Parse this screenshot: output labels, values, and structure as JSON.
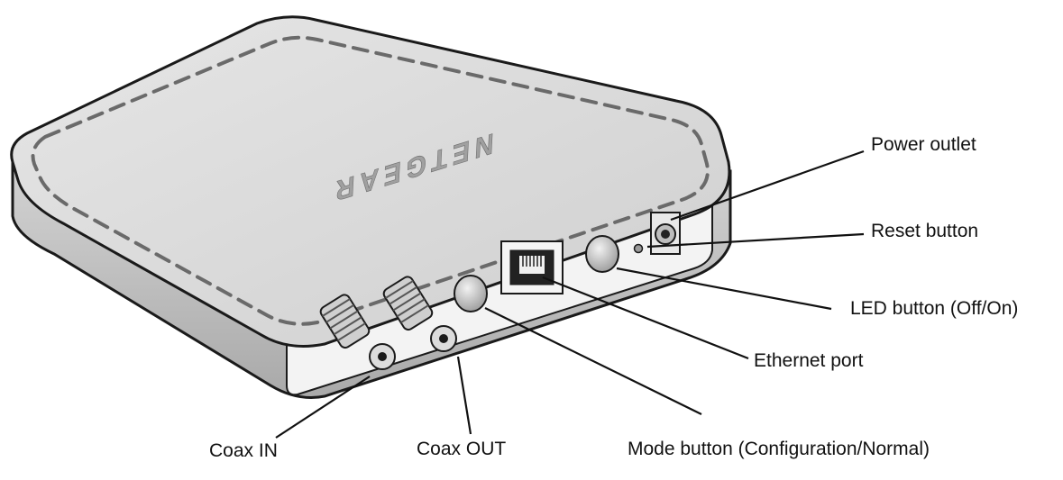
{
  "device": {
    "brand_text": "NETGEAR"
  },
  "labels": {
    "power_outlet": "Power outlet",
    "reset_button": "Reset button",
    "led_button": "LED button (Off/On)",
    "ethernet_port": "Ethernet port",
    "mode_button": "Mode button (Configuration/Normal)",
    "coax_in": "Coax IN",
    "coax_out": "Coax OUT"
  },
  "colors": {
    "body_top": "#dcdcdc",
    "body_side": "#c4c4c4",
    "outline": "#1a1a1a",
    "stitch": "#6a6a6a",
    "panel": "#f3f3f3"
  }
}
